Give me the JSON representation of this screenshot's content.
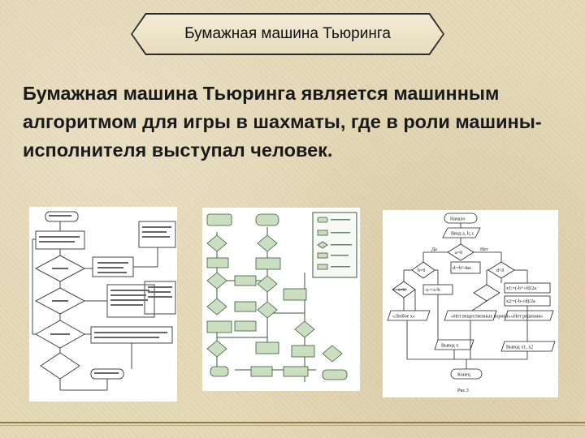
{
  "slide": {
    "title": "Бумажная машина Тьюринга",
    "body": "Бумажная машина Тьюринга является машинным алгоритмом для игры в шахматы, где в роли машины-исполнителя выступал человек."
  },
  "figure3": {
    "start": "Начало",
    "input": "Ввод a, b, c",
    "yes": "Да",
    "no": "Нет",
    "cond_a0": "a=0",
    "cond_b0": "b=0",
    "cond_c0": "c=0",
    "cond_d": "d<0",
    "x_eq": "x:=-c/b",
    "d_eq": "d:=b²-4ac",
    "any": "«Любое x»",
    "no_solutions": "«Нет решения»",
    "no_real": "«Нет вещественных корней»",
    "x1": "x1:=(-b+√d)/2a",
    "x2": "x2:=(-b-√d)/2a",
    "output": "Вывод x",
    "output2": "Вывод x1, x2",
    "end": "Конец",
    "caption": "Рис.3"
  }
}
